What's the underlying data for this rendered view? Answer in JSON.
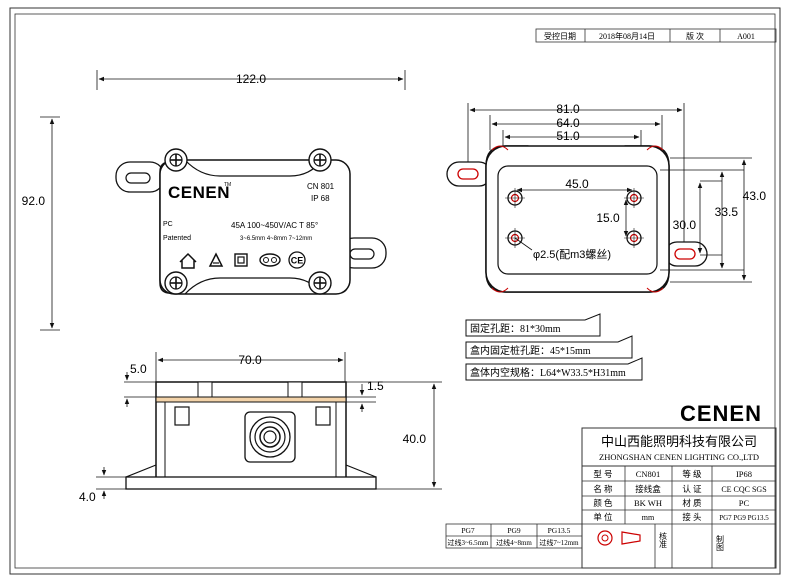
{
  "header": {
    "date_label": "受控日期",
    "date_value": "2018年08月14日",
    "version_label": "版 次",
    "version_value": "A001"
  },
  "top_view": {
    "brand": "CENEN",
    "tm": "TM",
    "model": "CN 801",
    "ip": "IP 68",
    "pc": "PC",
    "patented": "Patented",
    "rating": "45A 100~450V/AC   T 85°",
    "wire_sizes": "3~6.5mm   4~8mm   7~12mm",
    "ce_mark": "CE",
    "width_dim": "122.0",
    "height_dim": "92.0"
  },
  "hole_view": {
    "dim_81": "81.0",
    "dim_64": "64.0",
    "dim_51": "51.0",
    "dim_45": "45.0",
    "dim_15": "15.0",
    "dim_30": "30.0",
    "dim_335": "33.5",
    "dim_43": "43.0",
    "hole_note": "φ2.5(配m3螺丝)"
  },
  "notes": [
    "固定孔距：81*30mm",
    "盒内固定桩孔距：45*15mm",
    "盒体内空规格：L64*W33.5*H31mm"
  ],
  "side_view": {
    "dim_70": "70.0",
    "dim_5": "5.0",
    "dim_15": "1.5",
    "dim_40": "40.0",
    "dim_4": "4.0"
  },
  "title_block": {
    "logo": "CENEN",
    "company_cn": "中山西能照明科技有限公司",
    "company_en": "ZHONGSHAN CENEN LIGHTING CO.,LTD",
    "rows": [
      [
        "型 号",
        "CN801",
        "等 级",
        "IP68"
      ],
      [
        "名 称",
        "接线盒",
        "认 证",
        "CE CQC SGS"
      ],
      [
        "颜 色",
        "BK WH",
        "材 质",
        "PC"
      ],
      [
        "单 位",
        "mm",
        "接 头",
        "PG7 PG9 PG13.5"
      ]
    ],
    "check_label": "核准",
    "draw_label": "制图"
  },
  "gland_table": {
    "headers": [
      "PG7",
      "PG9",
      "PG13.5"
    ],
    "values": [
      "过线3~6.5mm",
      "过线4~8mm",
      "过线7~12mm"
    ]
  }
}
